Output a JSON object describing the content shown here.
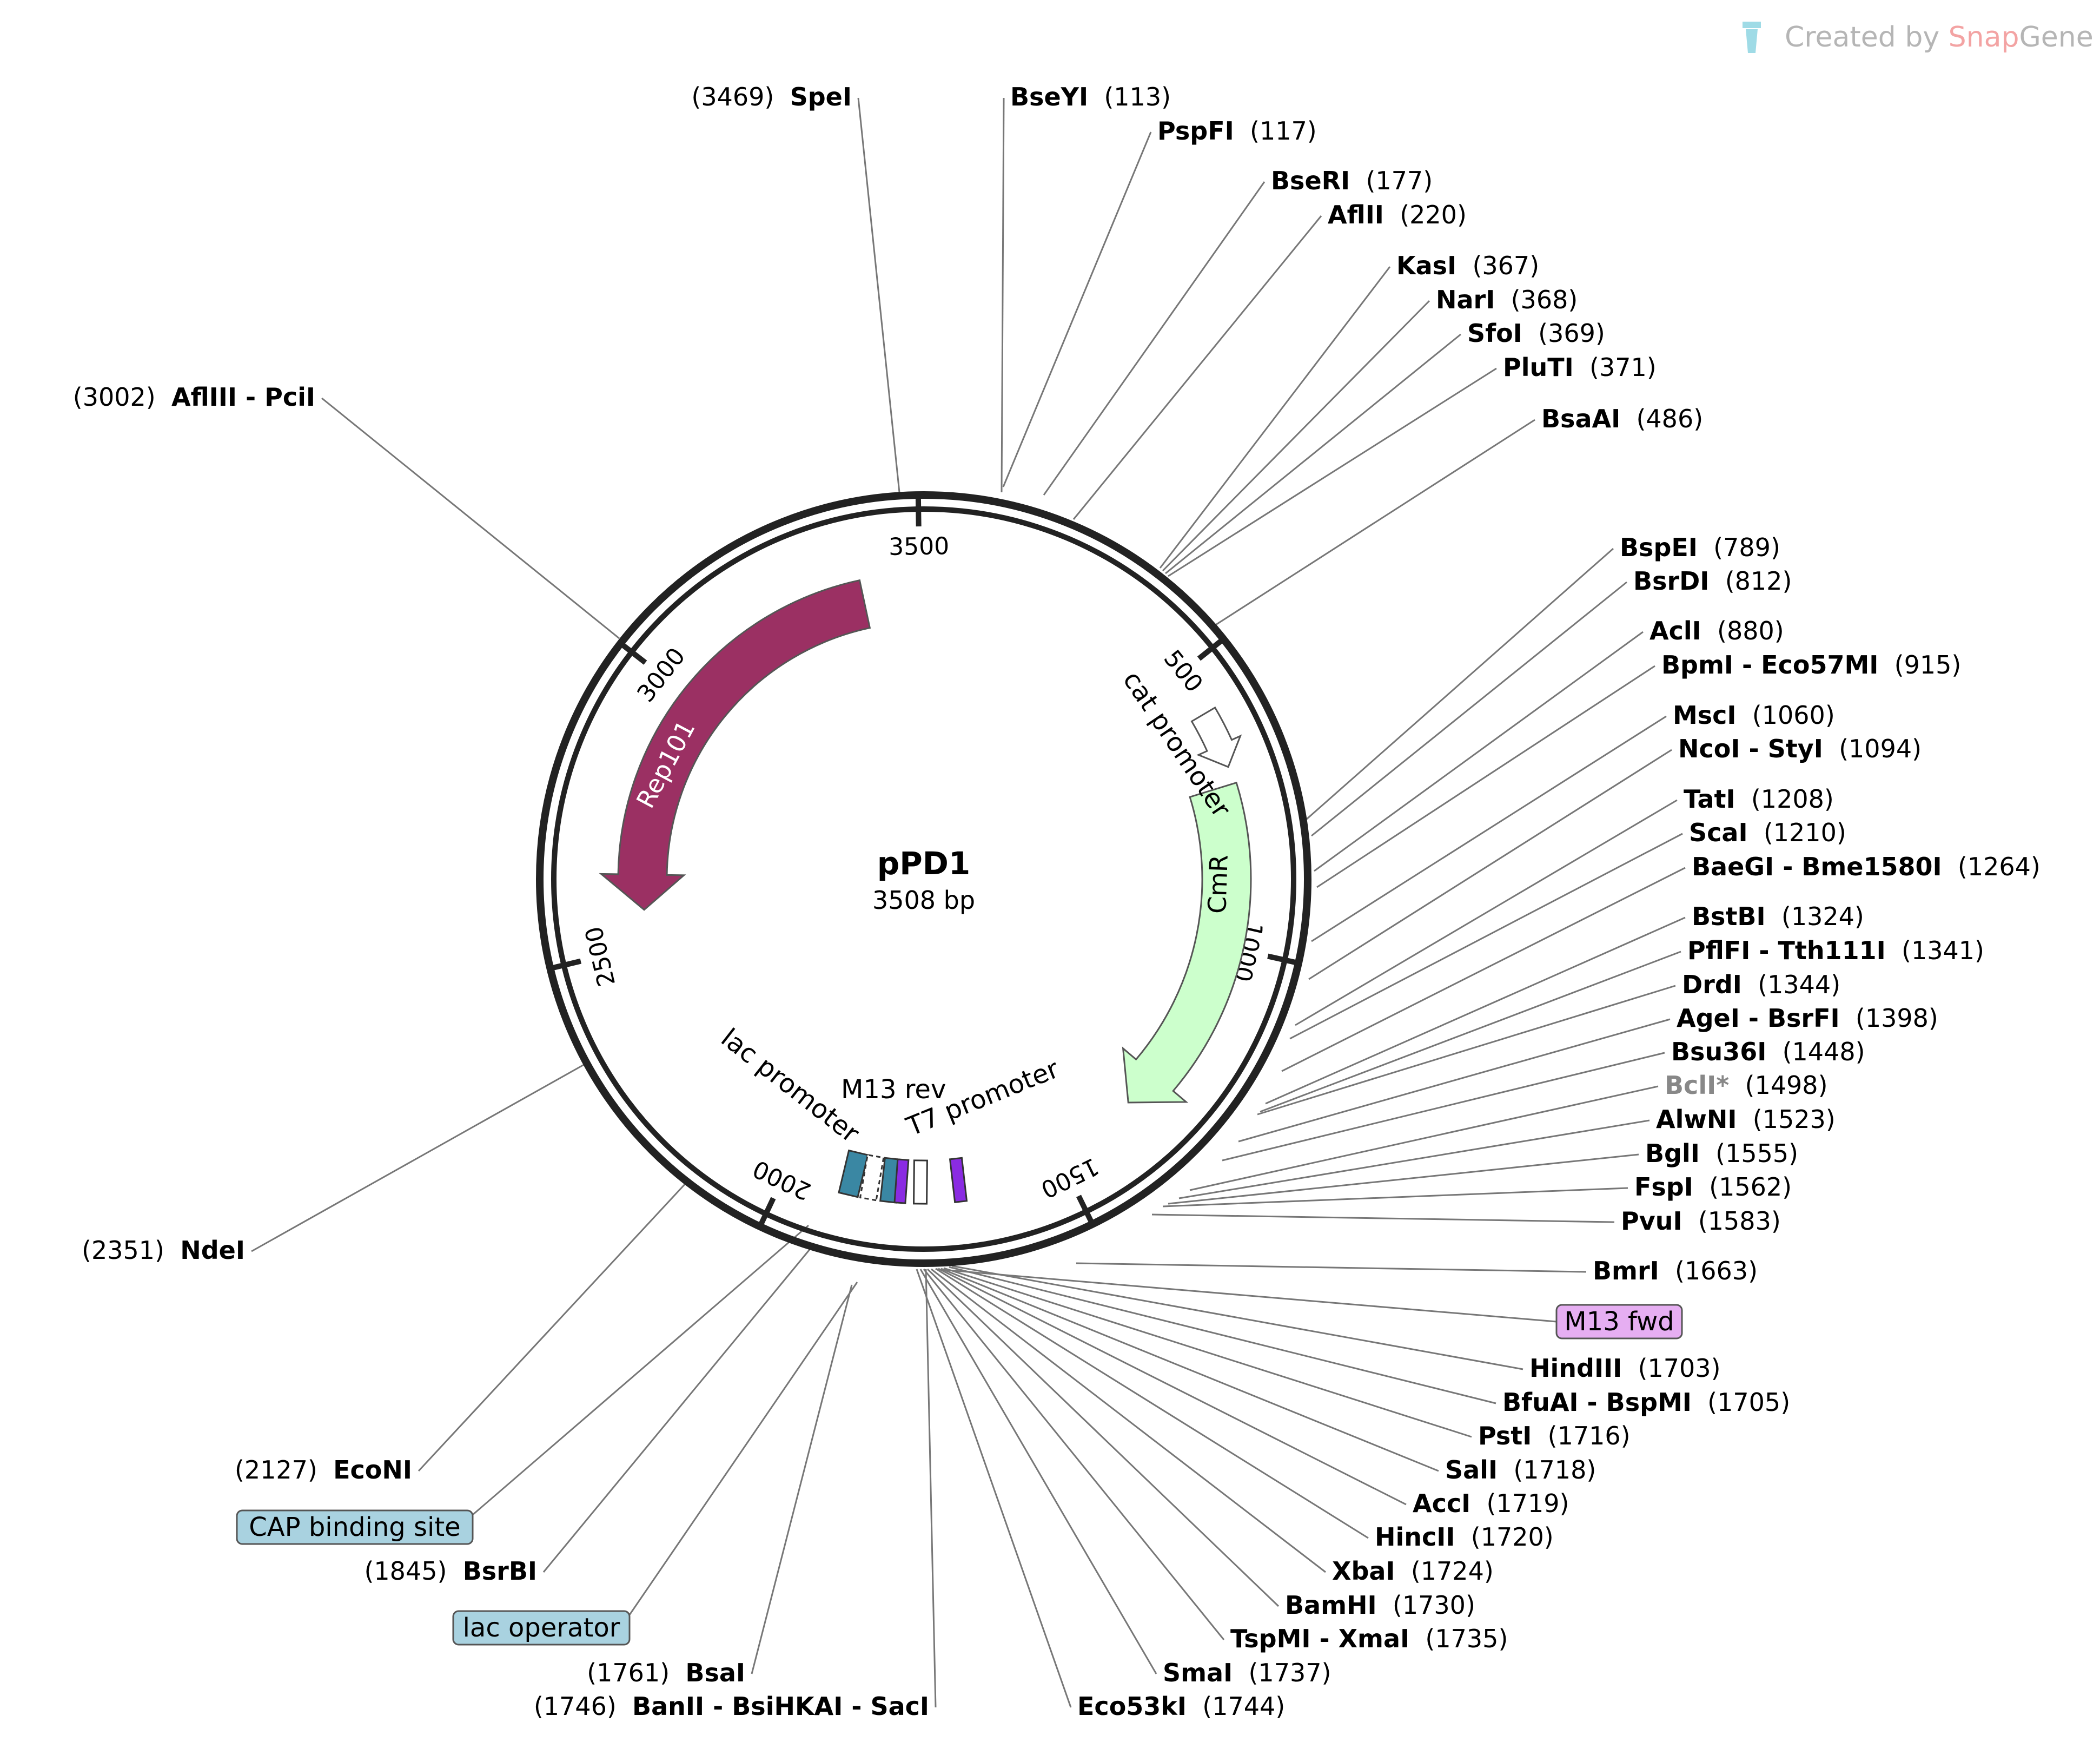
{
  "plasmid": {
    "name": "pPD1",
    "size": "3508 bp",
    "length": 3508
  },
  "credit": {
    "prefix": "Created by ",
    "snap": "Snap",
    "gene": "Gene"
  },
  "ticks": [
    {
      "pos": 500,
      "label": "500"
    },
    {
      "pos": 1000,
      "label": "1000"
    },
    {
      "pos": 1500,
      "label": "1500"
    },
    {
      "pos": 2000,
      "label": "2000"
    },
    {
      "pos": 2500,
      "label": "2500"
    },
    {
      "pos": 3000,
      "label": "3000"
    },
    {
      "pos": 3500,
      "label": "3500"
    }
  ],
  "features": [
    {
      "name": "Rep101",
      "type": "gene",
      "color": "#9b3063",
      "start": 3390,
      "end": 2570,
      "direction": "reverse"
    },
    {
      "name": "CmR",
      "type": "gene",
      "color": "#ccffcc",
      "start": 710,
      "end": 1340,
      "direction": "forward"
    },
    {
      "name": "cat promoter",
      "type": "promoter",
      "color": "#ffffff",
      "start": 580,
      "end": 680,
      "direction": "forward"
    },
    {
      "name": "lac promoter",
      "type": "promoter",
      "color": "#ffffff",
      "start": 1830,
      "end": 1860,
      "direction": "reverse"
    },
    {
      "name": "M13 rev",
      "type": "primer",
      "color": "#8a2be2",
      "start": 1785,
      "end": 1800,
      "direction": "reverse"
    },
    {
      "name": "T7 promoter",
      "type": "promoter",
      "color": "#ffffff",
      "start": 1755,
      "end": 1770,
      "direction": "forward"
    },
    {
      "name": "M13 fwd",
      "type": "primer",
      "color": "#8a2be2",
      "start": 1680,
      "end": 1698,
      "direction": "forward"
    },
    {
      "name": "lac operator",
      "type": "feature",
      "color": "#3a87a3",
      "start": 1805,
      "end": 1825,
      "direction": "none"
    },
    {
      "name": "CAP binding site",
      "type": "feature",
      "color": "#3a87a3",
      "start": 1870,
      "end": 1892,
      "direction": "none"
    }
  ],
  "boxed_labels": [
    {
      "text": "M13 fwd",
      "fill": "#e6aef2"
    },
    {
      "text": "CAP binding site",
      "fill": "#a9d2e0"
    },
    {
      "text": "lac operator",
      "fill": "#a9d2e0"
    }
  ],
  "enzymes": [
    {
      "name": "SpeI",
      "pos": "3469"
    },
    {
      "name": "BseYI",
      "pos": "113"
    },
    {
      "name": "PspFI",
      "pos": "117"
    },
    {
      "name": "BseRI",
      "pos": "177"
    },
    {
      "name": "AflII",
      "pos": "220"
    },
    {
      "name": "KasI",
      "pos": "367"
    },
    {
      "name": "NarI",
      "pos": "368"
    },
    {
      "name": "SfoI",
      "pos": "369"
    },
    {
      "name": "PluTI",
      "pos": "371"
    },
    {
      "name": "BsaAI",
      "pos": "486"
    },
    {
      "name": "BspEI",
      "pos": "789"
    },
    {
      "name": "BsrDI",
      "pos": "812"
    },
    {
      "name": "AclI",
      "pos": "880"
    },
    {
      "name": "BpmI - Eco57MI",
      "pos": "915"
    },
    {
      "name": "MscI",
      "pos": "1060"
    },
    {
      "name": "NcoI - StyI",
      "pos": "1094"
    },
    {
      "name": "TatI",
      "pos": "1208"
    },
    {
      "name": "ScaI",
      "pos": "1210"
    },
    {
      "name": "BaeGI - Bme1580I",
      "pos": "1264"
    },
    {
      "name": "BstBI",
      "pos": "1324"
    },
    {
      "name": "PflFI - Tth111I",
      "pos": "1341"
    },
    {
      "name": "DrdI",
      "pos": "1344"
    },
    {
      "name": "AgeI - BsrFI",
      "pos": "1398"
    },
    {
      "name": "Bsu36I",
      "pos": "1448"
    },
    {
      "name": "BclI*",
      "pos": "1498",
      "gray": true
    },
    {
      "name": "AlwNI",
      "pos": "1523"
    },
    {
      "name": "BglI",
      "pos": "1555"
    },
    {
      "name": "FspI",
      "pos": "1562"
    },
    {
      "name": "PvuI",
      "pos": "1583"
    },
    {
      "name": "BmrI",
      "pos": "1663"
    },
    {
      "name": "HindIII",
      "pos": "1703"
    },
    {
      "name": "BfuAI - BspMI",
      "pos": "1705"
    },
    {
      "name": "PstI",
      "pos": "1716"
    },
    {
      "name": "SalI",
      "pos": "1718"
    },
    {
      "name": "AccI",
      "pos": "1719"
    },
    {
      "name": "HincII",
      "pos": "1720"
    },
    {
      "name": "XbaI",
      "pos": "1724"
    },
    {
      "name": "BamHI",
      "pos": "1730"
    },
    {
      "name": "TspMI - XmaI",
      "pos": "1735"
    },
    {
      "name": "SmaI",
      "pos": "1737"
    },
    {
      "name": "Eco53kI",
      "pos": "1744"
    },
    {
      "name": "BanII - BsiHKAI - SacI",
      "pos": "1746"
    },
    {
      "name": "BsaI",
      "pos": "1761"
    },
    {
      "name": "BsrBI",
      "pos": "1845"
    },
    {
      "name": "EcoNI",
      "pos": "2127"
    },
    {
      "name": "NdeI",
      "pos": "2351"
    },
    {
      "name": "AflIII - PciI",
      "pos": "3002"
    }
  ]
}
